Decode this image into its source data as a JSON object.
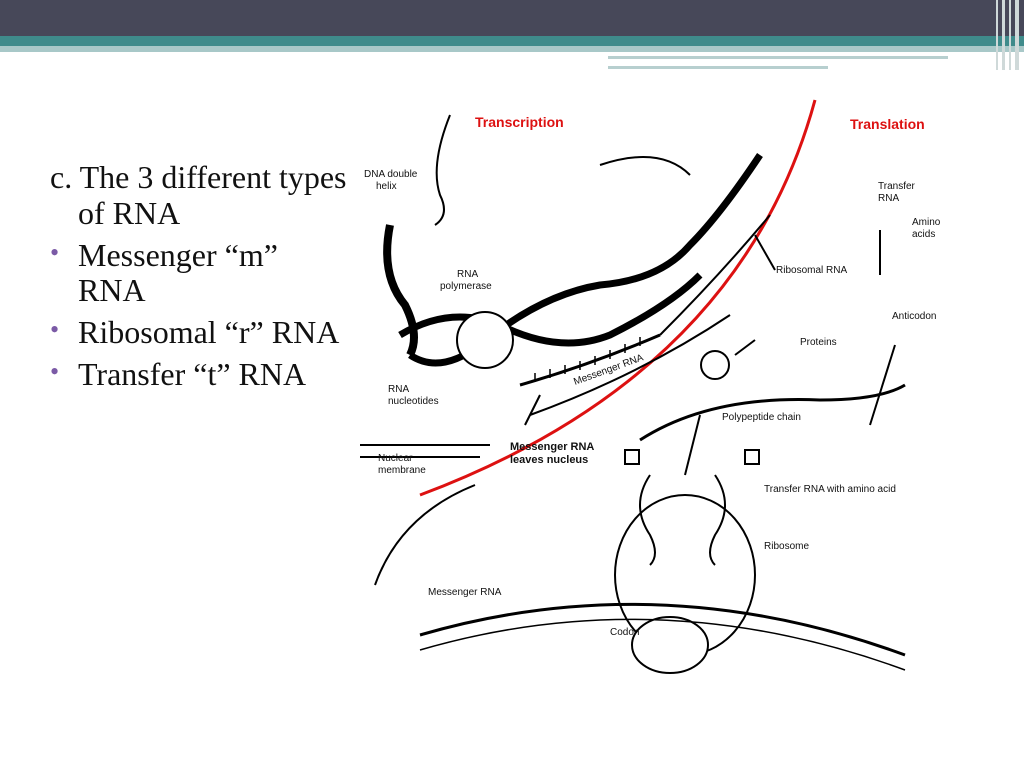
{
  "slide": {
    "heading": "c. The 3 different types of RNA",
    "bullets": [
      "Messenger “m” RNA",
      "Ribosomal “r” RNA",
      "Transfer “t” RNA"
    ]
  },
  "diagram": {
    "transcription": "Transcription",
    "translation": "Translation",
    "labels": {
      "dna_helix_1": "DNA double",
      "dna_helix_2": "helix",
      "rna_polymerase_1": "RNA",
      "rna_polymerase_2": "polymerase",
      "messenger_rna_strand": "Messenger RNA",
      "rna_nucleotides_1": "RNA",
      "rna_nucleotides_2": "nucleotides",
      "messenger_leaves_1": "Messenger RNA",
      "messenger_leaves_2": "leaves nucleus",
      "nuclear_membrane_1": "Nuclear",
      "nuclear_membrane_2": "membrane",
      "transfer_rna_1": "Transfer",
      "transfer_rna_2": "RNA",
      "amino_acids_1": "Amino",
      "amino_acids_2": "acids",
      "ribosomal_rna": "Ribosomal RNA",
      "anticodon": "Anticodon",
      "proteins": "Proteins",
      "polypeptide": "Polypeptide chain",
      "transfer_with_amino": "Transfer RNA with amino acid",
      "ribosome": "Ribosome",
      "messenger_rna_bottom": "Messenger RNA",
      "codon": "Codon"
    }
  }
}
